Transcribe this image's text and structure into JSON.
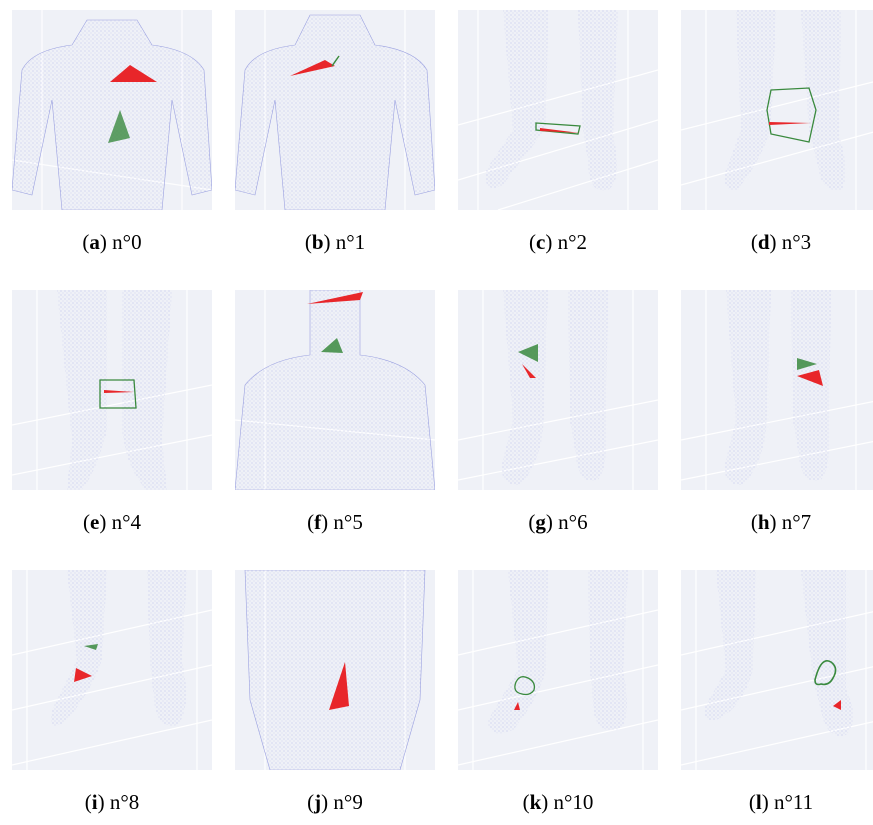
{
  "panels": [
    {
      "letter": "a",
      "label": "n°0"
    },
    {
      "letter": "b",
      "label": "n°1"
    },
    {
      "letter": "c",
      "label": "n°2"
    },
    {
      "letter": "d",
      "label": "n°3"
    },
    {
      "letter": "e",
      "label": "n°4"
    },
    {
      "letter": "f",
      "label": "n°5"
    },
    {
      "letter": "g",
      "label": "n°6"
    },
    {
      "letter": "h",
      "label": "n°7"
    },
    {
      "letter": "i",
      "label": "n°8"
    },
    {
      "letter": "j",
      "label": "n°9"
    },
    {
      "letter": "k",
      "label": "n°10"
    },
    {
      "letter": "l",
      "label": "n°11"
    }
  ],
  "colors": {
    "background": "#eff1f7",
    "point_cloud": "#7f86d8",
    "grid": "#ffffff",
    "red_marker": "#e8262a",
    "green_marker": "#3a8a3e"
  }
}
